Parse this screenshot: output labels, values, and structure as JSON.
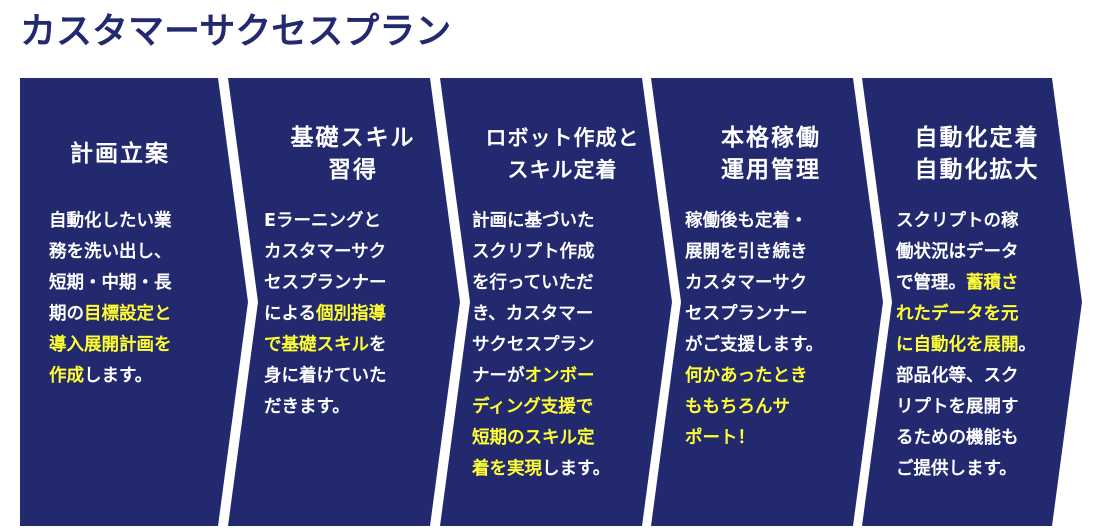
{
  "title": "カスタマーサクセスプラン",
  "colors": {
    "navy": "#23296e",
    "highlight": "#ffff33"
  },
  "steps": [
    {
      "heading": "計画立案",
      "body": [
        {
          "t": "自動化したい業\n務を洗い出し、\n短期・中期・長\n期の"
        },
        {
          "t": "目標設定と\n導入展開計画を\n作成",
          "hl": true
        },
        {
          "t": "します。"
        }
      ]
    },
    {
      "heading": "基礎スキル\n習得",
      "body": [
        {
          "t": "Eラーニングと\nカスタマーサク\nセスプランナー\nによる"
        },
        {
          "t": "個別指導\nで基礎スキル",
          "hl": true
        },
        {
          "t": "を\n身に着けていた\nだきます。"
        }
      ]
    },
    {
      "heading": "ロボット作成と\nスキル定着",
      "body": [
        {
          "t": "計画に基づいた\nスクリプト作成\nを行っていただ\nき、カスタマー\nサクセスプラン\nナーが"
        },
        {
          "t": "オンボー\nディング支援で\n短期のスキル定\n着を実現",
          "hl": true
        },
        {
          "t": "します。"
        }
      ]
    },
    {
      "heading": "本格稼働\n運用管理",
      "body": [
        {
          "t": "稼働後も定着・\n展開を引き続き\nカスタマーサク\nセスプランナー\nがご支援します。\n"
        },
        {
          "t": "何かあったとき\nももちろんサ\nポート！",
          "hl": true
        }
      ]
    },
    {
      "heading": "自動化定着\n自動化拡大",
      "body": [
        {
          "t": "スクリプトの稼\n働状況はデータ\nで管理。"
        },
        {
          "t": "蓄積さ\nれたデータを元\nに自動化を展開",
          "hl": true
        },
        {
          "t": "。\n部品化等、スク\nリプトを展開す\nるための機能も\nご提供します。"
        }
      ]
    }
  ]
}
